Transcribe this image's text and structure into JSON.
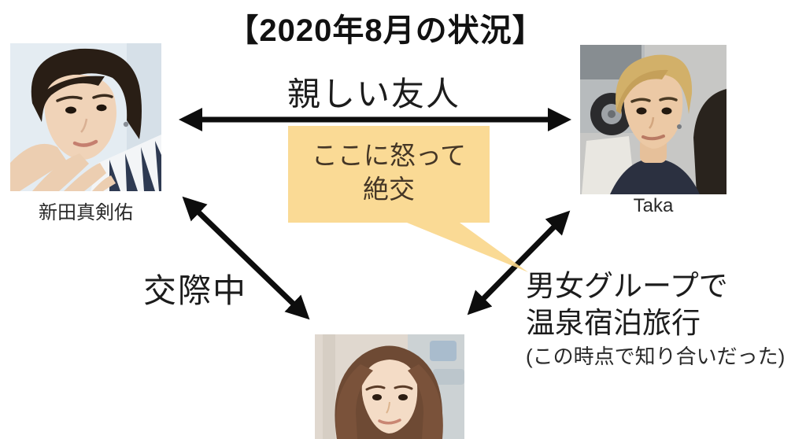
{
  "title": "【2020年8月の状況】",
  "people": {
    "top_left": {
      "name": "新田真剣佑",
      "photo": "young-man-dark-hair-portrait"
    },
    "top_right": {
      "name": "Taka",
      "photo": "young-man-blond-hair-street-photo"
    },
    "bottom": {
      "photo": "young-woman-brown-hair-photo"
    }
  },
  "relationships": {
    "close_friends": "親しい友人",
    "dating": "交際中",
    "trip_line1": "男女グループで",
    "trip_line2": "温泉宿泊旅行",
    "trip_note": "(この時点で知り合いだった)"
  },
  "callout": {
    "line1": "ここに怒って",
    "line2": "絶交"
  },
  "colors": {
    "background": "#ffffff",
    "arrow": "#0d0d0d",
    "text": "#1c1c1c",
    "callout_fill": "#f9d689"
  }
}
